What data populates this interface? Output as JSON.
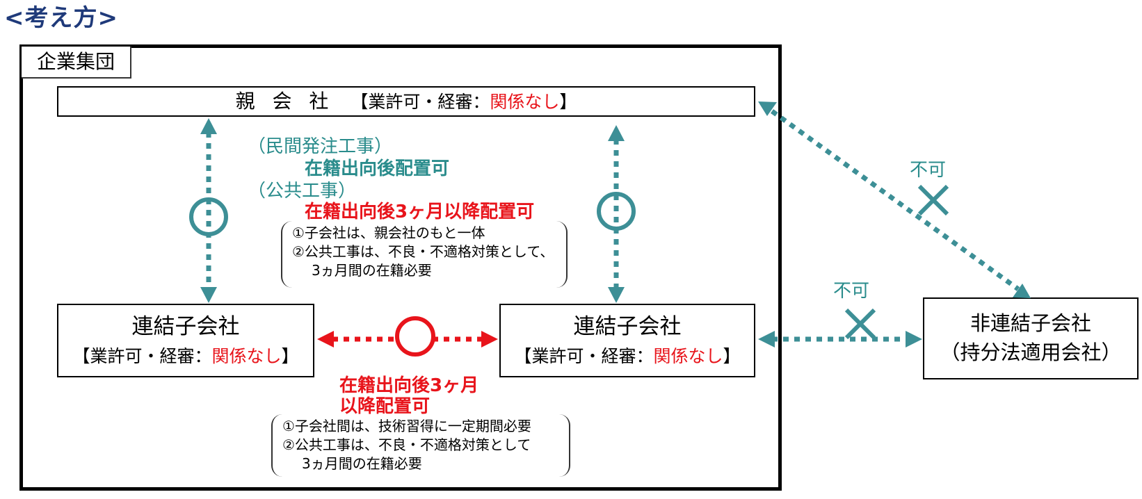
{
  "heading": "<考え方>",
  "group_label": "企業集団",
  "parent": {
    "name": "親 会 社",
    "note_prefix": "【業許可・経審：",
    "note_highlight": "関係なし",
    "note_suffix": "】"
  },
  "subsidiary_left": {
    "title": "連結子会社",
    "note_prefix": "【業許可・経審：",
    "note_highlight": "関係なし",
    "note_suffix": "】"
  },
  "subsidiary_right": {
    "title": "連結子会社",
    "note_prefix": "【業許可・経審：",
    "note_highlight": "関係なし",
    "note_suffix": "】"
  },
  "non_consolidated": {
    "line1": "非連結子会社",
    "line2": "（持分法適用会社）"
  },
  "parent_to_sub": {
    "private_label": "（民間発注工事）",
    "private_rule": "在籍出向後配置可",
    "public_label": "（公共工事）",
    "public_rule": "在籍出向後3ヶ月以降配置可",
    "reasons": [
      "①子会社は、親会社のもと一体",
      "②公共工事は、不良・不適格対策として、",
      "3ヵ月間の在籍必要"
    ]
  },
  "sub_to_sub": {
    "rule_line1": "在籍出向後3ヶ月",
    "rule_line2": "以降配置可",
    "reasons": [
      "①子会社間は、技術習得に一定期間必要",
      "②公共工事は、不良・不適格対策として",
      "3ヵ月間の在籍必要"
    ]
  },
  "not_allowed_upper": "不可",
  "not_allowed_lower": "不可",
  "colors": {
    "teal": "#2a8c8c",
    "red": "#e8141b",
    "heading": "#1f3a7a",
    "arrow_teal": "#3d8f96"
  }
}
